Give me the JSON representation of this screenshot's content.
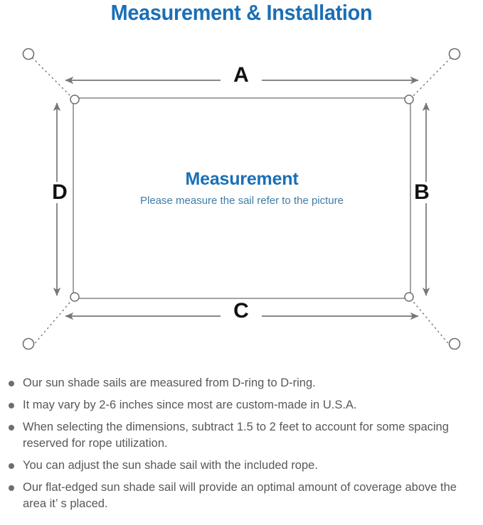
{
  "page": {
    "title": "Measurement & Installation",
    "background_color": "#ffffff"
  },
  "colors": {
    "title_blue": "#1a6fb5",
    "subtitle_blue": "#3f7ca3",
    "line_gray": "#77777a",
    "label_black": "#111111",
    "note_gray": "#58585a",
    "bullet_gray": "#6e6e70"
  },
  "diagram": {
    "name": "sun-shade-sail-measurement-diagram",
    "center_title": "Measurement",
    "center_subtitle": "Please measure the sail refer to the picture",
    "dimension_labels": {
      "top": "A",
      "right": "B",
      "bottom": "C",
      "left": "D"
    },
    "corner_rings": [
      {
        "name": "d-ring-top-left",
        "position": "top-left"
      },
      {
        "name": "d-ring-top-right",
        "position": "top-right"
      },
      {
        "name": "d-ring-bottom-left",
        "position": "bottom-left"
      },
      {
        "name": "d-ring-bottom-right",
        "position": "bottom-right"
      }
    ],
    "anchor_points": [
      {
        "name": "anchor-point-top-left",
        "position": "top-left"
      },
      {
        "name": "anchor-point-top-right",
        "position": "top-right"
      },
      {
        "name": "anchor-point-bottom-left",
        "position": "bottom-left"
      },
      {
        "name": "anchor-point-bottom-right",
        "position": "bottom-right"
      }
    ]
  },
  "notes": [
    "Our sun shade sails are measured from D-ring to D-ring.",
    "It may vary by 2-6 inches since most are custom-made in U.S.A.",
    "When selecting the dimensions, subtract 1.5 to 2 feet to account for some spacing reserved for rope utilization.",
    "You can adjust the sun shade sail with the included rope.",
    "Our flat-edged sun shade sail will provide an optimal amount of coverage above the area it’ s placed."
  ]
}
